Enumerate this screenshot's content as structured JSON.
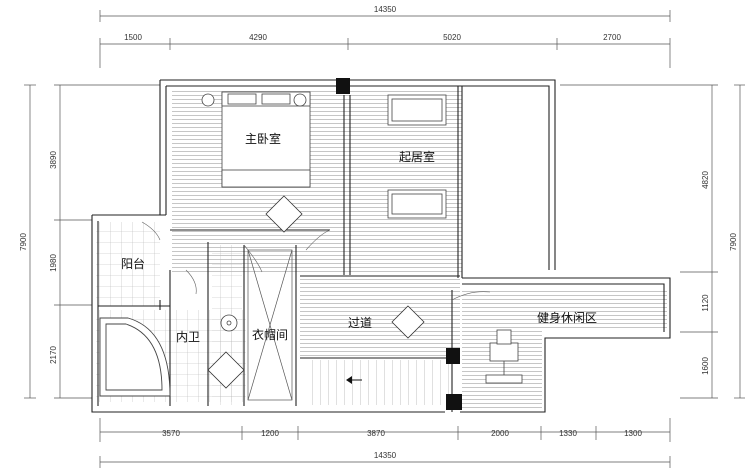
{
  "top_dimensions": {
    "overall": "14350",
    "segments": [
      "1500",
      "4290",
      "5020",
      "2700"
    ]
  },
  "bottom_dimensions": {
    "overall": "14350",
    "segments": [
      "3570",
      "1200",
      "3870",
      "2000",
      "1330",
      "1300"
    ]
  },
  "left_dimensions": {
    "overall": "7900",
    "segments": [
      "3890",
      "1980",
      "2170"
    ]
  },
  "right_dimensions": {
    "overall": "7900",
    "segments": [
      "4820",
      "1120",
      "1600"
    ]
  },
  "rooms": {
    "master_bedroom": "主卧室",
    "living_room": "起居室",
    "balcony": "阳台",
    "bathroom": "内卫",
    "cloakroom": "衣帽间",
    "corridor": "过道",
    "fitness_area": "健身休闲区"
  },
  "colors": {
    "line": "#555555",
    "wall": "#222222",
    "column": "#111111",
    "hatch": "#9a9a9a"
  }
}
